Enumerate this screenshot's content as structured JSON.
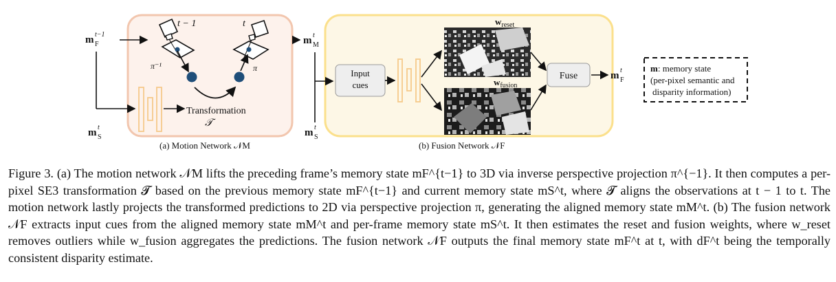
{
  "figure": {
    "motion": {
      "input_prev": "m_F^{t-1}",
      "input_sem": "m_S^t",
      "frame_prev": "t − 1",
      "frame_cur": "t",
      "inv_proj": "π⁻¹",
      "proj": "π",
      "transform_label": "Transformation",
      "transform_symbol": "𝒯",
      "output": "m_M^t",
      "caption": "(a) Motion Network 𝒩M"
    },
    "fusion": {
      "input_aligned": "m_M^t",
      "input_sem": "m_S^t",
      "cues": "Input cues",
      "w_reset": "w_reset",
      "w_fusion": "w_fusion",
      "fuse": "Fuse",
      "output": "m_F^t",
      "caption": "(b) Fusion Network 𝒩F"
    },
    "legend": {
      "line1_bold": "m",
      "line1_rest": ": memory state",
      "line2": "(per-pixel semantic and",
      "line3": "disparity information)"
    }
  },
  "caption": {
    "label": "Figure 3.",
    "text": "(a) The motion network 𝒩M lifts the preceding frame’s memory state mF^{t−1} to 3D via inverse perspective projection π^{−1}. It then computes a per-pixel SE3 transformation 𝓣 based on the previous memory state mF^{t−1} and current memory state mS^t, where 𝓣 aligns the observations at t − 1 to t. The motion network lastly projects the transformed predictions to 2D via perspective projection π, generating the aligned memory state mM^t. (b) The fusion network 𝒩F extracts input cues from the aligned memory state mM^t and per-frame memory state mS^t. It then estimates the reset and fusion weights, where w_reset removes outliers while w_fusion aggregates the predictions. The fusion network 𝒩F outputs the final memory state mF^t at t, with dF^t being the temporally consistent disparity estimate."
  }
}
